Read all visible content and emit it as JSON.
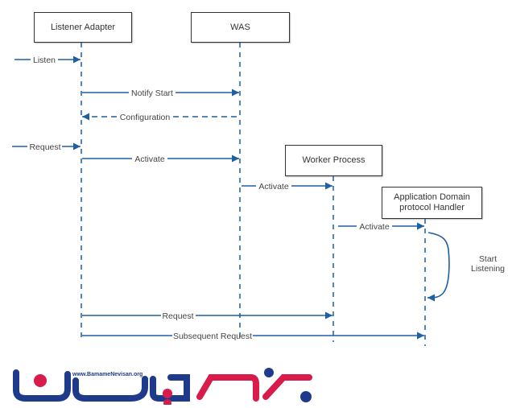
{
  "participants": [
    {
      "id": "listener",
      "label": "Listener Adapter"
    },
    {
      "id": "was",
      "label": "WAS"
    },
    {
      "id": "worker",
      "label": "Worker Process"
    },
    {
      "id": "appdomain",
      "label": "Application Domain protocol Handler",
      "lines": [
        "Application Domain",
        "protocol Handler"
      ]
    }
  ],
  "messages": [
    {
      "label": "Listen",
      "from": "external",
      "to": "listener",
      "style": "solid"
    },
    {
      "label": "Notify Start",
      "from": "listener",
      "to": "was",
      "style": "solid"
    },
    {
      "label": "Configuration",
      "from": "was",
      "to": "listener",
      "style": "dashed"
    },
    {
      "label": "Request",
      "from": "external",
      "to": "listener",
      "style": "solid"
    },
    {
      "label": "Activate",
      "from": "listener",
      "to": "was",
      "style": "solid"
    },
    {
      "label": "Activate",
      "from": "was",
      "to": "worker",
      "style": "solid"
    },
    {
      "label": "Activate",
      "from": "worker",
      "to": "appdomain",
      "style": "solid"
    },
    {
      "label": "Start Listening",
      "lines": [
        "Start",
        "Listening"
      ],
      "from": "appdomain",
      "to": "appdomain",
      "style": "self"
    },
    {
      "label": "Request",
      "from": "listener",
      "to": "worker",
      "style": "solid"
    },
    {
      "label": "Subsequent Request",
      "from": "listener",
      "to": "appdomain",
      "style": "solid"
    }
  ],
  "logo": {
    "url_text": "www.BamameNevisan.org",
    "colors": {
      "blue": "#1e3a8a",
      "red": "#d81b4a"
    }
  },
  "colors": {
    "arrow": "#1f5fa3",
    "box_border": "#333333",
    "text": "#444444"
  }
}
